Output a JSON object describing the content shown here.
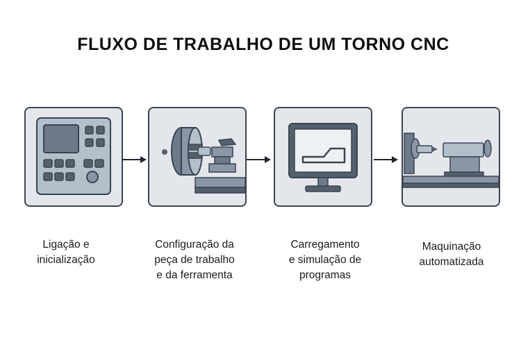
{
  "title": "FLUXO DE TRABALHO DE UM TORNO CNC",
  "colors": {
    "card_bg": "#e3e7ec",
    "card_border": "#3a4451",
    "metal_dark": "#55606d",
    "metal_mid": "#8a96a5",
    "metal_light": "#b4bfcc",
    "arrow": "#1f2630"
  },
  "steps": [
    {
      "icon": "control-panel-icon",
      "label": "Ligação e\ninicialização"
    },
    {
      "icon": "lathe-chuck-tool-icon",
      "label": "Configuração da\npeça de trabalho\ne da ferramenta"
    },
    {
      "icon": "monitor-program-icon",
      "label": "Carregamento\ne simulação de\nprogramas"
    },
    {
      "icon": "lathe-machining-icon",
      "label": "Maquinação\nautomatizada"
    }
  ]
}
